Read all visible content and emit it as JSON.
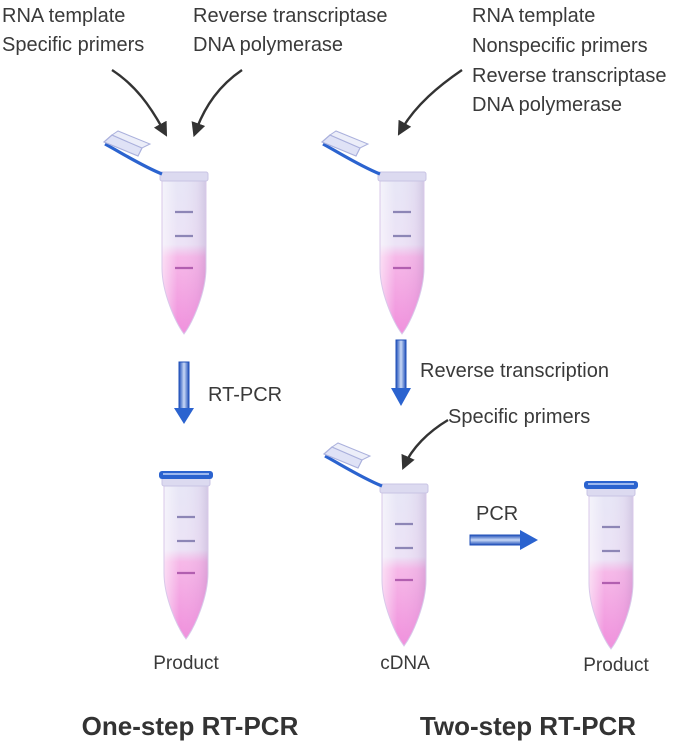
{
  "one_step": {
    "inputs_left": [
      "RNA template",
      "Specific primers"
    ],
    "inputs_right": [
      "Reverse transcriptase",
      "DNA polymerase"
    ],
    "step_label": "RT-PCR",
    "product_label": "Product",
    "title": "One-step RT-PCR"
  },
  "two_step": {
    "inputs": [
      "RNA template",
      "Nonspecific primers",
      "Reverse transcriptase",
      "DNA polymerase"
    ],
    "step1_label": "Reverse transcription",
    "step2_input": "Specific primers",
    "step2_label": "PCR",
    "intermediate_label": "cDNA",
    "product_label": "Product",
    "title": "Two-step RT-PCR"
  },
  "colors": {
    "tube_liquid": "#f4a6e2",
    "tube_top": "#e6e4f5",
    "tube_cap": "#2b63cf",
    "arrow_blue": "#3a6fd8",
    "text": "#3a3a3a"
  }
}
